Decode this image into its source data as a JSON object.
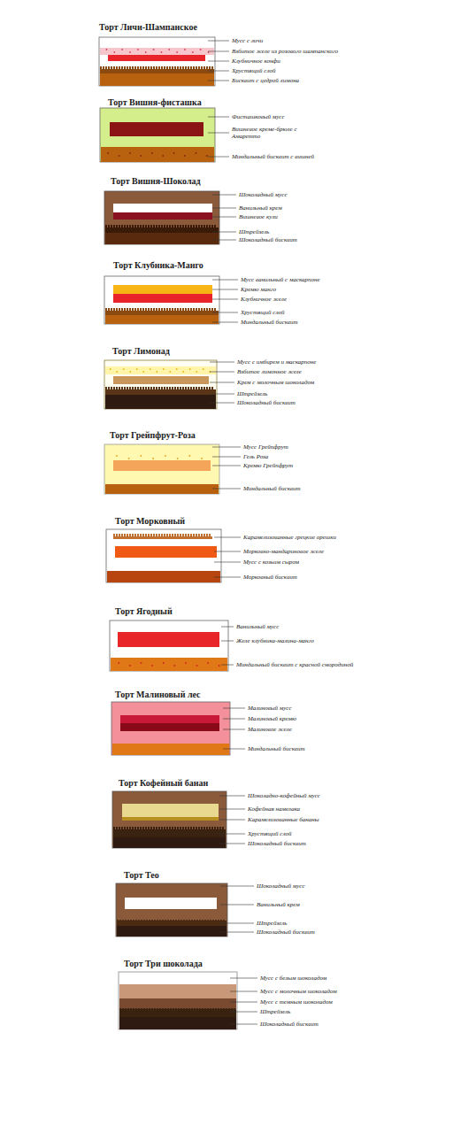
{
  "diagram": {
    "labels": [
      "Торт Личи-Шампанское",
      "Мусс с личи",
      "Взбитое желе из розового шампанского",
      "Клубничное конфи",
      "Хрустящий слой",
      "Бисквит с цедрой лимона",
      "Торт Вишня-фисташка",
      "Фисташковый мусс",
      "Вишневое креме-брюле с Амаретто",
      "Миндальный бисквит с вишней",
      "Торт Вишня-Шоколад",
      "Шоколадный мусс",
      "Ванильный крем",
      "Вишневое кули",
      "Штрейзель",
      "Шоколадный бисквит",
      "Торт Клубника-Манго",
      "Мусс ванильный с маскарпоне",
      "Кремю манго",
      "Клубничное желе",
      "Хрустящий слой",
      "Миндальный бисквит",
      "Торт Лимонад",
      "Мусс с имбирем и маскарпоне",
      "Взбитое лимонное желе",
      "Крем с молочным шоколадом",
      "Штрейзель",
      "Шоколадный бисквит",
      "Торт Грейпфрут-Роза",
      "Мусс Грейпфрут",
      "Гель Роза",
      "Кремю Грейпфрут",
      "Миндальный бисквит",
      "Торт Морковный",
      "Карамелизованные грецкие орешки",
      "Морковно-мандариновое желе",
      "Мусс с козьим сыром",
      "Морковный бисквит",
      "Торт Ягодный",
      "Ванильный мусс",
      "Желе клубника-малина-манго",
      "Миндальный бисквит с красной смородиной",
      "Торт Малиновый лес",
      "Малиновый мусс",
      "Малиновый кремю",
      "Малиновое желе",
      "Миндальный бисквит",
      "Торт Кофейный банан",
      "Шоколадно-кофейный мусс",
      "Кофейная намелака",
      "Карамелизованные бананы",
      "Хрустящий слой",
      "Шоколадный бисквит",
      "Торт Тео",
      "Шоколадный мусс",
      "Ванильный крем",
      "Штрейзель",
      "Шоколадный бисквит",
      "Торт Три шоколада",
      "Мусс с белым шоколадом",
      "Мусс с молочным шоколадом",
      "Мусс с темным шоколадом",
      "Штрейзель",
      "Шоколадный бисквит"
    ]
  }
}
